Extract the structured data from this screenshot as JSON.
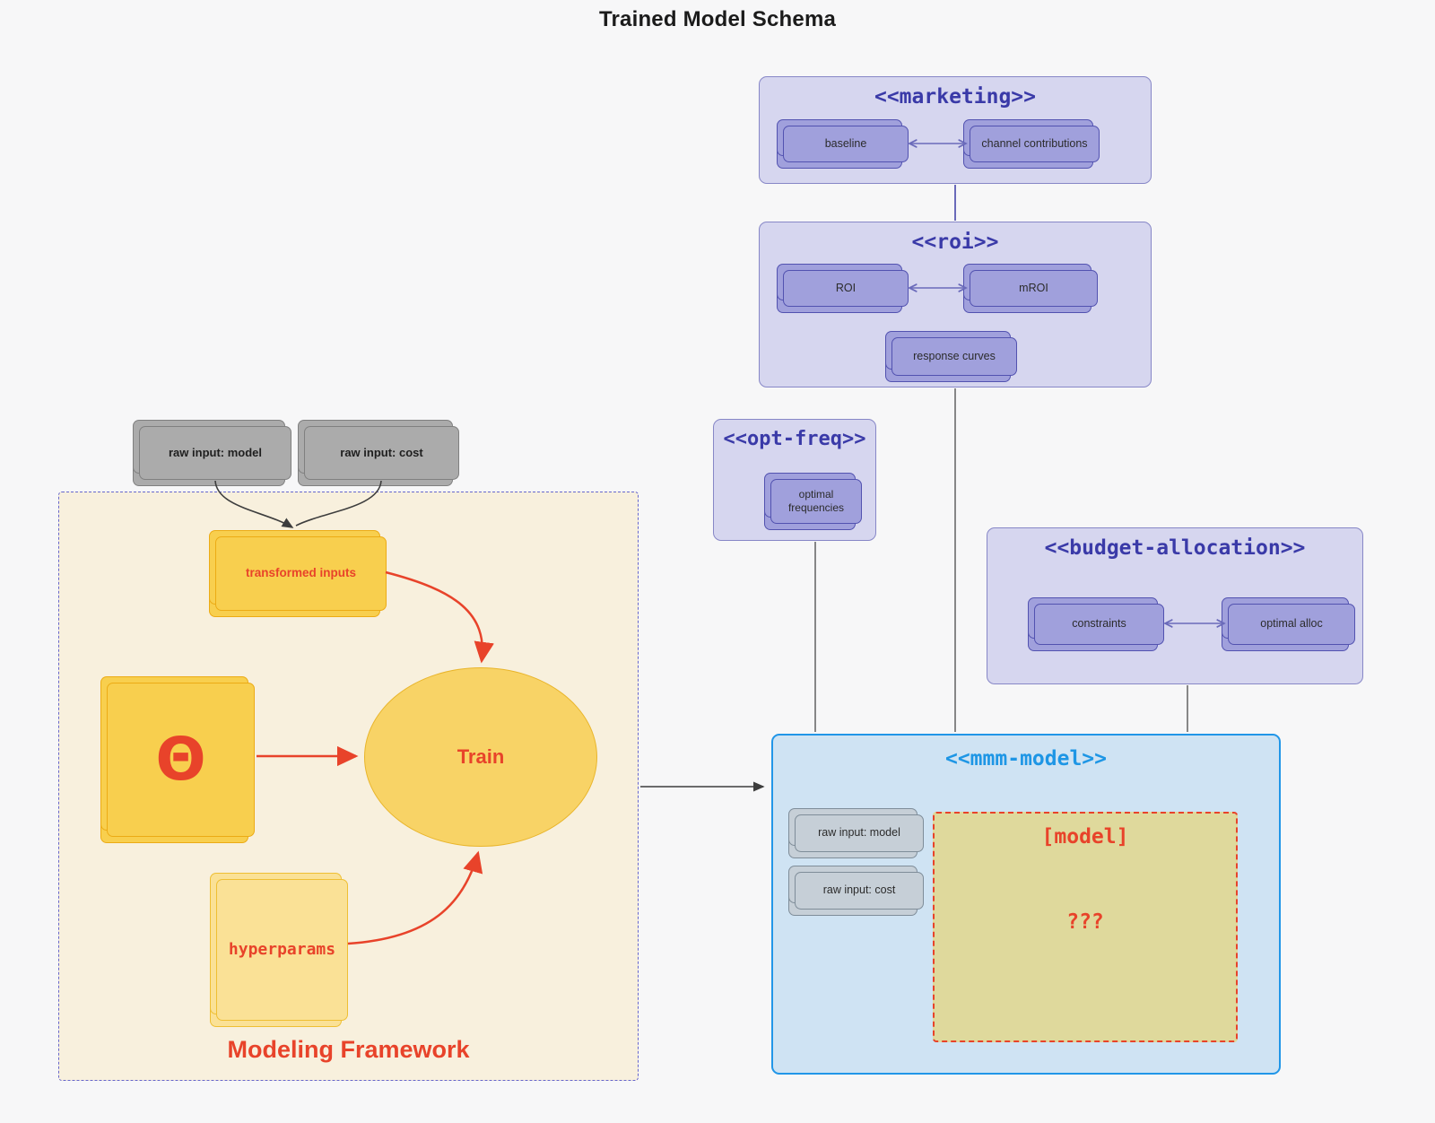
{
  "page": {
    "title": "Trained Model Schema"
  },
  "marketing": {
    "title": "<<marketing>>",
    "nodes": {
      "baseline": "baseline",
      "channel_contributions": "channel contributions"
    }
  },
  "roi": {
    "title": "<<roi>>",
    "nodes": {
      "roi": "ROI",
      "mroi": "mROI",
      "response_curves": "response curves"
    }
  },
  "opt_freq": {
    "title": "<<opt-freq>>",
    "nodes": {
      "optimal_frequencies": "optimal frequencies"
    }
  },
  "budget_allocation": {
    "title": "<<budget-allocation>>",
    "nodes": {
      "constraints": "constraints",
      "optimal_alloc": "optimal alloc"
    }
  },
  "mmm_model": {
    "title": "<<mmm-model>>",
    "nodes": {
      "raw_input_model": "raw input: model",
      "raw_input_cost": "raw input: cost"
    },
    "model_box": {
      "label": "[model]",
      "placeholder": "???"
    }
  },
  "modeling_framework": {
    "label": "Modeling Framework",
    "nodes": {
      "raw_input_model": "raw input: model",
      "raw_input_cost": "raw input: cost",
      "transformed_inputs": "transformed inputs",
      "theta": "Θ",
      "train": "Train",
      "hyperparams": "hyperparams"
    }
  },
  "colors": {
    "pageBg": "#f7f7f8",
    "titleColor": "#1b1b1b",
    "containerPurpleBg": "#d6d6ef",
    "containerPurpleBorder": "#8787c7",
    "containerTitleColor": "#3a3aa8",
    "nodePurpleBg": "#a0a0dc",
    "nodePurpleBorder": "#5252b0",
    "nodeTextColor": "#2b2b2b",
    "mmmBg": "#cfe3f3",
    "mmmBorder": "#2196e8",
    "mmmTitleColor": "#1e96e5",
    "grayNodeBg": "#ababab",
    "grayNodeBorder": "#808080",
    "mmmGrayBg": "#c6cfd7",
    "mmmGrayBorder": "#7f8d99",
    "frameworkBg": "#f8f0dd",
    "frameworkBorder": "#6666cc",
    "yellowBg": "#f8cf4e",
    "yellowBorder": "#ecab15",
    "trainBg": "#f8d366",
    "trainBorder": "#e9b52b",
    "hyperBg": "#fae196",
    "hyperBorder": "#efbf33",
    "khakiBg": "#dfd99c",
    "accentRed": "#e8432a",
    "darkLine": "#3d3d3d",
    "purpleLine": "#6a6aba"
  }
}
